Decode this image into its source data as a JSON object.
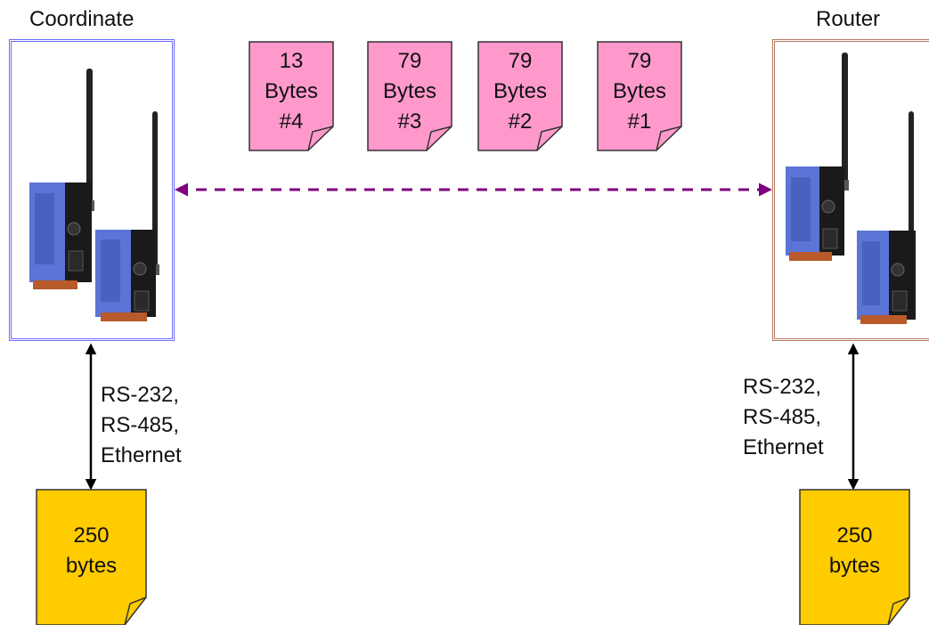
{
  "colors": {
    "coordinate_frame": "#6b6bff",
    "router_frame": "#b87a62",
    "packet_fill": "#ff99cc",
    "packet_stroke": "#333333",
    "buffer_fill": "#ffcc00",
    "buffer_stroke": "#333333",
    "wireless_link": "#800080",
    "serial_link": "#000000",
    "module_body": "#5b74d6",
    "module_front": "#1a1a1a",
    "antenna": "#222222"
  },
  "icons": {
    "device": "wireless-module-with-antenna",
    "link": "dashed-double-arrow",
    "serial": "double-arrow"
  },
  "coordinate": {
    "title": "Coordinate",
    "interfaces": [
      "RS-232,",
      "RS-485,",
      "Ethernet"
    ],
    "buffer": {
      "size": "250",
      "unit": "bytes"
    }
  },
  "router": {
    "title": "Router",
    "interfaces": [
      "RS-232,",
      "RS-485,",
      "Ethernet"
    ],
    "buffer": {
      "size": "250",
      "unit": "bytes"
    }
  },
  "packets": [
    {
      "size": "13",
      "unit": "Bytes",
      "seq": "#4"
    },
    {
      "size": "79",
      "unit": "Bytes",
      "seq": "#3"
    },
    {
      "size": "79",
      "unit": "Bytes",
      "seq": "#2"
    },
    {
      "size": "79",
      "unit": "Bytes",
      "seq": "#1"
    }
  ]
}
